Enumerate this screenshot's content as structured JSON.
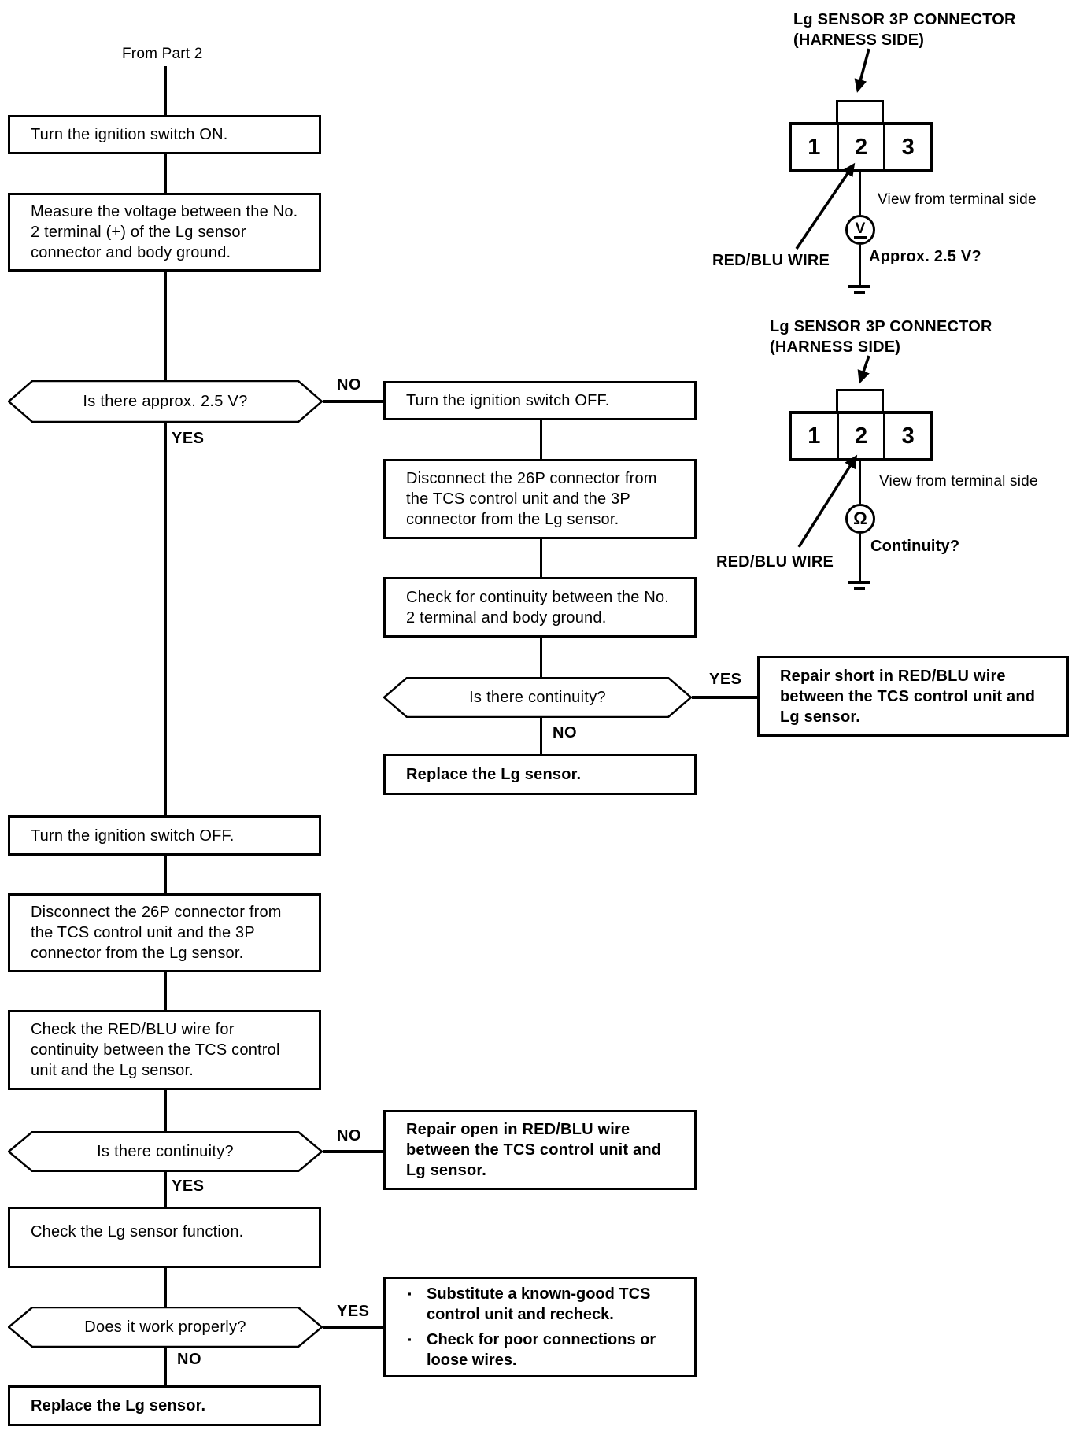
{
  "flow": {
    "from_label": "From Part 2",
    "labels": {
      "yes": "YES",
      "no": "NO"
    },
    "steps": {
      "ignition_on": "Turn the ignition switch ON.",
      "measure_voltage": "Measure the voltage between the No. 2 terminal (+) of the Lg sensor connector and body ground.",
      "q_voltage": "Is there approx. 2.5 V?",
      "ignition_off": "Turn the ignition switch OFF.",
      "disconnect": "Disconnect the 26P connector from the TCS control unit and the 3P connector from the Lg sensor.",
      "check_wire": "Check the RED/BLU wire for continuity between the TCS control unit and the Lg sensor.",
      "q_continuity": "Is there continuity?",
      "check_function": "Check the Lg sensor function.",
      "q_work": "Does it work properly?",
      "replace_sensor": "Replace the Lg sensor."
    },
    "branch": {
      "ignition_off": "Turn the ignition switch OFF.",
      "disconnect": "Disconnect the 26P connector from the TCS control unit and the 3P connector from the Lg sensor.",
      "check_continuity": "Check for continuity between the No. 2 terminal and body ground.",
      "q_continuity": "Is there continuity?",
      "replace_sensor": "Replace the Lg sensor.",
      "repair_short": "Repair short in RED/BLU wire between the TCS control unit and Lg sensor."
    },
    "outcomes": {
      "repair_open": "Repair open in RED/BLU wire between the TCS control unit and Lg sensor.",
      "substitute_items": [
        "Substitute a known-good TCS control unit and recheck.",
        "Check for poor connections or loose wires."
      ]
    }
  },
  "diagrams": {
    "voltage": {
      "title_line1": "Lg SENSOR 3P CONNECTOR",
      "title_line2": "(HARNESS SIDE)",
      "terminals": [
        "1",
        "2",
        "3"
      ],
      "view_label": "View from terminal side",
      "meter": "V",
      "question": "Approx. 2.5 V?",
      "wire_label": "RED/BLU WIRE"
    },
    "continuity": {
      "title_line1": "Lg SENSOR 3P CONNECTOR",
      "title_line2": "(HARNESS SIDE)",
      "terminals": [
        "1",
        "2",
        "3"
      ],
      "view_label": "View from terminal side",
      "meter": "Ω",
      "question": "Continuity?",
      "wire_label": "RED/BLU WIRE"
    }
  },
  "colors": {
    "ink": "#000000",
    "paper": "#ffffff"
  }
}
